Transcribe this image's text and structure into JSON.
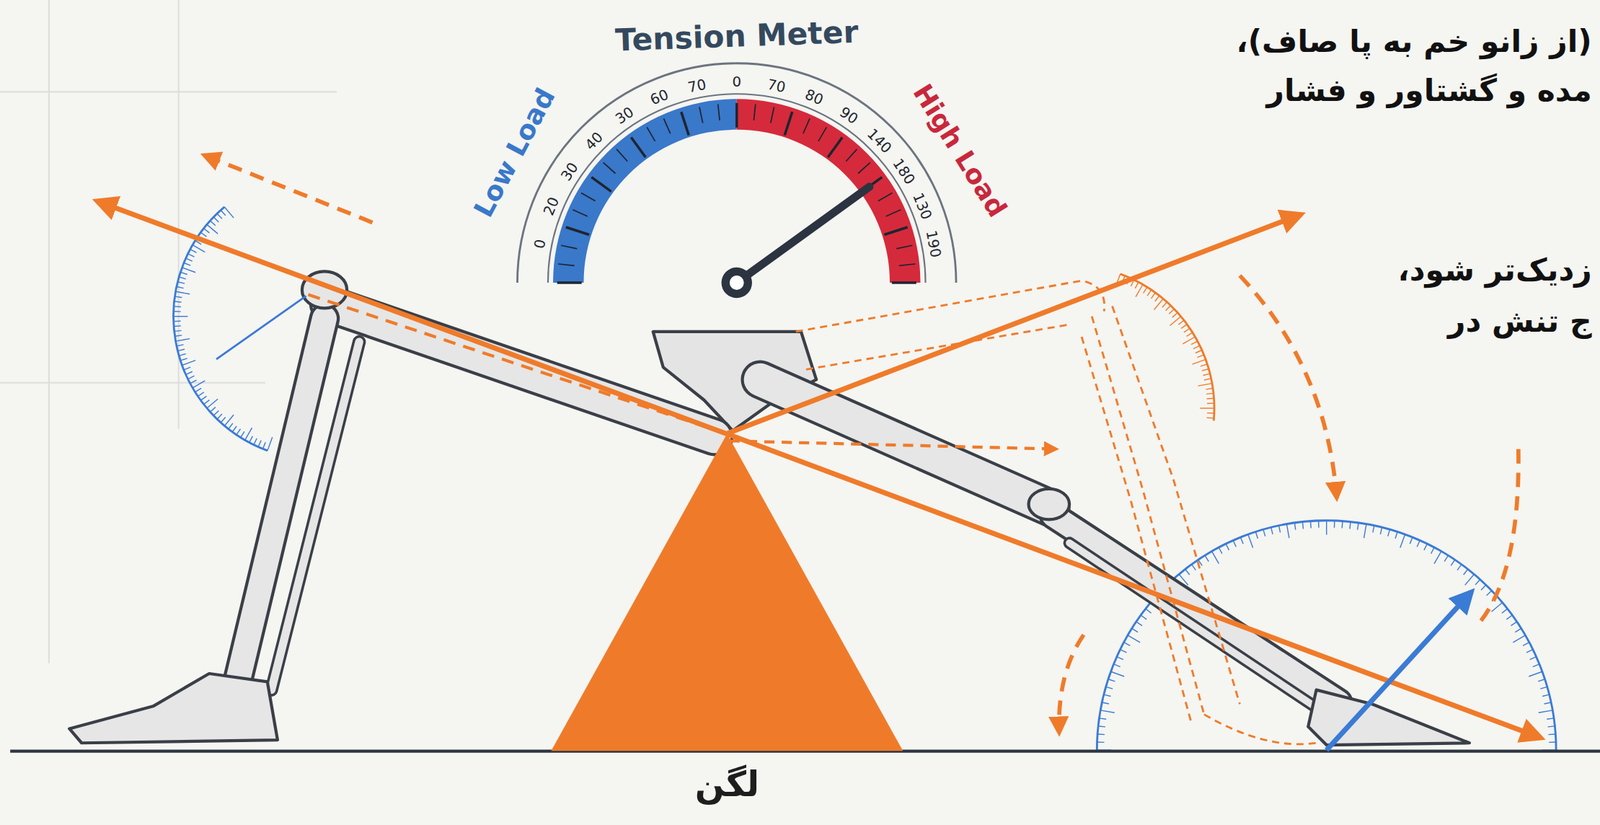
{
  "diagram": {
    "nodes": [
      {
        "text": [
          "لگن"
        ]
      }
    ],
    "labels": [
      "Tension Meter",
      "Low Load",
      "High Load",
      "0",
      "20",
      "30",
      "40",
      "30",
      "60",
      "70",
      "0",
      "70",
      "80",
      "90",
      "140",
      "180",
      "130",
      "190",
      "(از زانو خم به پا صاف)،",
      "مده و گشتاور و فشار",
      "زدیک‌تر شود،",
      "ج تنش در"
    ]
  }
}
